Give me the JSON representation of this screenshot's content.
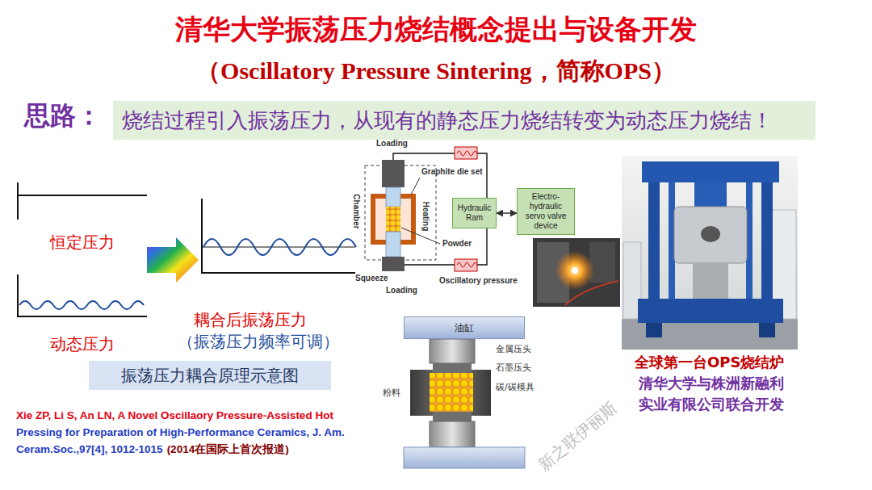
{
  "diagram": {
    "title": "清华大学振荡压力烧结概念提出与设备开发",
    "nodes": [
      {
        "text": [
          "思路：",
          "烧结过程引入振荡压力，从现有的静态压力烧结转变为动态压力烧结！"
        ]
      },
      {
        "text": [
          "Hydraulic Ram"
        ]
      },
      {
        "text": [
          "Electro-hydraulic servo valve device"
        ]
      },
      {
        "text": [
          "油缸"
        ]
      },
      {
        "text": [
          "振荡压力耦合原理示意图"
        ]
      }
    ],
    "edges": [
      {
        "from": 1,
        "to": 2,
        "arrow": "both"
      }
    ],
    "labels": [
      "（Oscillatory Pressure Sintering，简称OPS）",
      "Loading",
      "Graphite die set",
      "Chamber",
      "Heating",
      "Powder",
      "Squeeze",
      "Loading",
      "Oscillatory pressure",
      "恒定压力",
      "动态压力",
      "耦合后振荡压力",
      "（振荡压力频率可调）",
      "全球第一台OPS烧结炉",
      "清华大学与株洲新融利 实业有限公司联合开发",
      "金属压头",
      "石墨压头",
      "粉料",
      "碳/碳模具",
      "Xie ZP, Li S, An LN, A Novel Oscillaory Pressure-Assisted Hot",
      "Pressing for Preparation of High-Performance Ceramics, J. Am. Ceram.Soc.,97[4], 1012-1015",
      "(2014在国际上首次报道)",
      "新之联伊丽斯"
    ]
  }
}
